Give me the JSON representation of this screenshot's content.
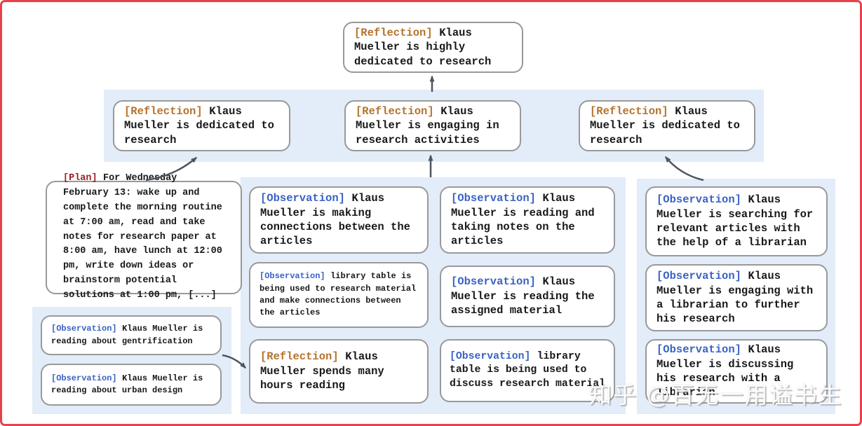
{
  "watermark": {
    "text": "知乎 @百无一用谥书生"
  },
  "colors": {
    "reflection_tag": "#b5732d",
    "observation_tag": "#3a62c4",
    "plan_tag": "#9e2020",
    "cluster_band": "#e3ecf9",
    "frame_border": "#e8414b",
    "node_border": "#999999",
    "arrow": "#4d545e"
  },
  "nodes": {
    "root": {
      "tag": "[Reflection]",
      "text": "Klaus Mueller is highly dedicated to research"
    },
    "reflections": [
      {
        "tag": "[Reflection]",
        "text": "Klaus Mueller is dedicated to research"
      },
      {
        "tag": "[Reflection]",
        "text": "Klaus Mueller is engaging in research activities"
      },
      {
        "tag": "[Reflection]",
        "text": "Klaus Mueller is dedicated to research"
      }
    ],
    "plan": {
      "tag": "[Plan]",
      "text": "For Wednesday February 13: wake up and complete the morning routine at 7:00 am, read and take notes for research paper at 8:00 am, have lunch at 12:00 pm, write down ideas or brainstorm potential solutions at 1:00 pm, [...]"
    },
    "left_observations": [
      {
        "tag": "[Observation]",
        "text": "Klaus Mueller is reading about gentrification"
      },
      {
        "tag": "[Observation]",
        "text": "Klaus Mueller is reading about urban design"
      }
    ],
    "middle_col_a": [
      {
        "tag": "[Observation]",
        "text": "Klaus Mueller is making connections between the articles"
      },
      {
        "tag": "[Observation]",
        "text": "library table is being used to research material and make connections between the articles"
      },
      {
        "tag": "[Reflection]",
        "text": "Klaus Mueller spends many hours reading"
      }
    ],
    "middle_col_b": [
      {
        "tag": "[Observation]",
        "text": "Klaus Mueller is reading and taking notes on the articles"
      },
      {
        "tag": "[Observation]",
        "text": "Klaus Mueller is reading the assigned material"
      },
      {
        "tag": "[Observation]",
        "text": "library table is being used to discuss research material"
      }
    ],
    "right_col": [
      {
        "tag": "[Observation]",
        "text": "Klaus Mueller is searching for relevant articles with the help of a librarian"
      },
      {
        "tag": "[Observation]",
        "text": "Klaus Mueller is engaging with a librarian to further his research"
      },
      {
        "tag": "[Observation]",
        "text": "Klaus Mueller is discussing his research with a librarian"
      }
    ]
  }
}
